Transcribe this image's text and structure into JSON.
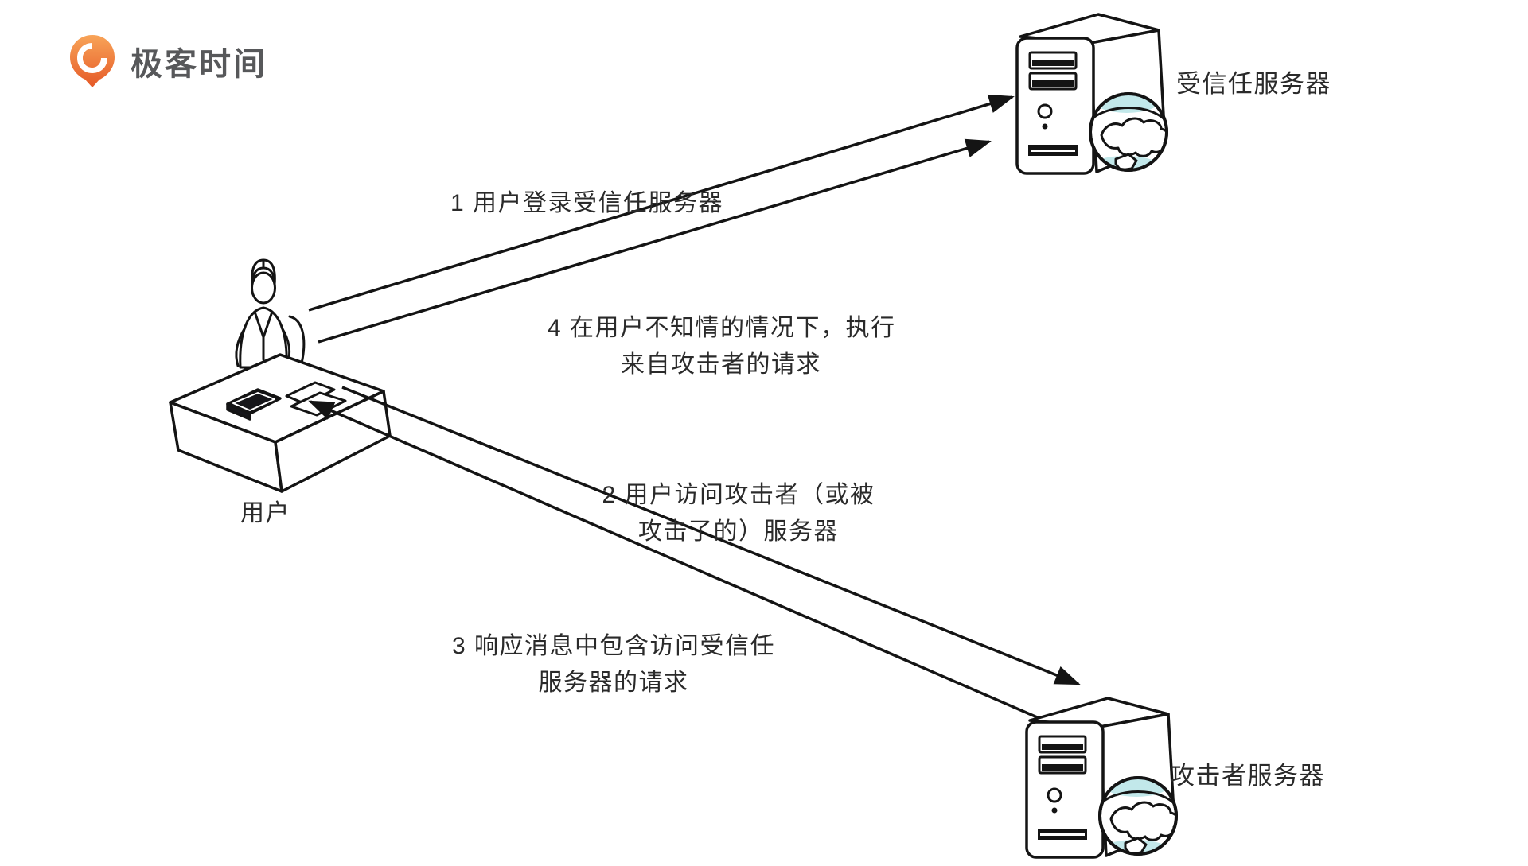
{
  "brand": {
    "name": "极客时间",
    "logo_orange_top": "#f8a458",
    "logo_orange_bottom": "#e55927"
  },
  "nodes": {
    "user": {
      "label": "用户"
    },
    "trusted_server": {
      "label": "受信任服务器"
    },
    "attacker_server": {
      "label": "攻击者服务器"
    }
  },
  "flows": {
    "step1": {
      "label": "1 用户登录受信任服务器",
      "from": "用户",
      "to": "受信任服务器"
    },
    "step2": {
      "line1": "2 用户访问攻击者（或被",
      "line2": "攻击了的）服务器",
      "from": "用户",
      "to": "攻击者服务器"
    },
    "step3": {
      "line1": "3 响应消息中包含访问受信任",
      "line2": "服务器的请求",
      "from": "攻击者服务器",
      "to": "用户"
    },
    "step4": {
      "line1": "4 在用户不知情的情况下，执行",
      "line2": "来自攻击者的请求",
      "from": "攻击者",
      "to": "受信任服务器"
    }
  },
  "colors": {
    "line": "#141414",
    "text": "#2a2a2a",
    "globe_teal": "#c2e8ea",
    "background": "#ffffff"
  }
}
